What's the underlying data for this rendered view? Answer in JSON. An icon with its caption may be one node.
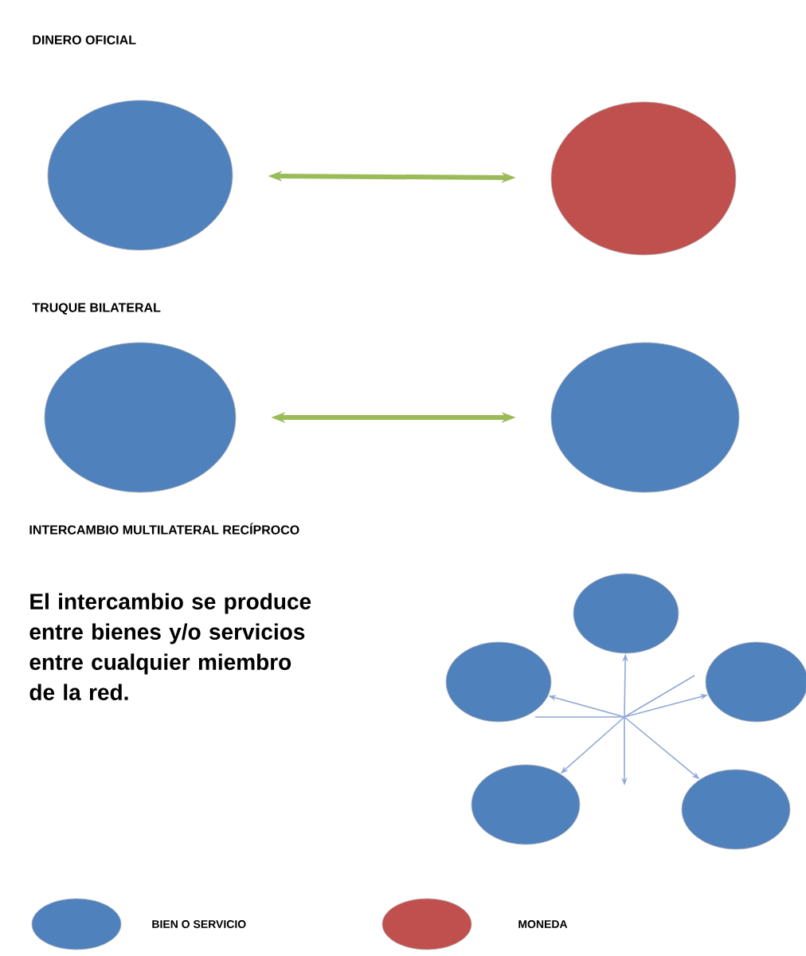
{
  "diagram": {
    "nodes": [
      {
        "text": [],
        "shape": "circle"
      },
      {
        "text": [],
        "shape": "circle"
      },
      {
        "text": [],
        "shape": "circle"
      },
      {
        "text": [],
        "shape": "circle"
      },
      {
        "text": [],
        "shape": "circle"
      },
      {
        "text": [],
        "shape": "circle"
      },
      {
        "text": [],
        "shape": "circle"
      },
      {
        "text": [],
        "shape": "circle"
      },
      {
        "text": [],
        "shape": "circle"
      }
    ],
    "edges": [
      {
        "from": 0,
        "to": 1,
        "arrow": "both",
        "style": "thick",
        "color": "#9bbb59"
      },
      {
        "from": 2,
        "to": 3,
        "arrow": "both",
        "style": "thick",
        "color": "#9bbb59"
      },
      {
        "from": null,
        "to": 4,
        "arrow": "to"
      },
      {
        "from": null,
        "to": 5,
        "arrow": "to"
      },
      {
        "from": null,
        "to": 6,
        "arrow": "to"
      },
      {
        "from": null,
        "to": 7,
        "arrow": "to"
      },
      {
        "from": null,
        "to": 8,
        "arrow": "to"
      }
    ],
    "labels": [
      "DINERO OFICIAL",
      "TRUQUE BILATERAL",
      "INTERCAMBIO MULTILATERAL RECÍPROCO",
      "El intercambio se produce entre bienes y/o servicios entre cualquier miembro de la red."
    ],
    "legend": [
      {
        "text": "BIEN O SERVICIO",
        "color": "#4f81bd"
      },
      {
        "text": "MONEDA",
        "color": "#c0504d"
      }
    ]
  }
}
